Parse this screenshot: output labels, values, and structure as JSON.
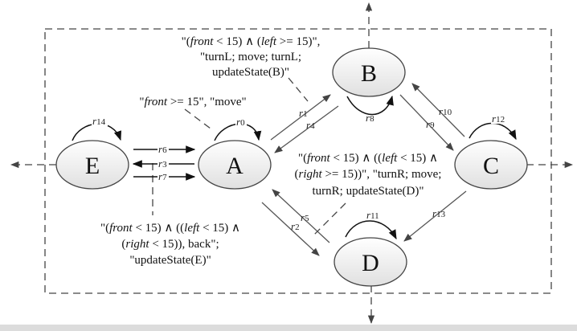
{
  "nodes": [
    {
      "id": "A",
      "label": "A"
    },
    {
      "id": "B",
      "label": "B"
    },
    {
      "id": "C",
      "label": "C"
    },
    {
      "id": "D",
      "label": "D"
    },
    {
      "id": "E",
      "label": "E"
    }
  ],
  "edges": [
    {
      "id": "r0",
      "from": "A",
      "to": "A",
      "letter": "r",
      "num": "0"
    },
    {
      "id": "r1",
      "from": "A",
      "to": "B",
      "letter": "r",
      "num": "1"
    },
    {
      "id": "r2",
      "from": "A",
      "to": "D",
      "letter": "r",
      "num": "2"
    },
    {
      "id": "r3",
      "from": "A",
      "to": "E",
      "letter": "r",
      "num": "3"
    },
    {
      "id": "r4",
      "from": "B",
      "to": "A",
      "letter": "r",
      "num": "4"
    },
    {
      "id": "r5",
      "from": "D",
      "to": "A",
      "letter": "r",
      "num": "5"
    },
    {
      "id": "r6",
      "from": "E",
      "to": "A",
      "letter": "r",
      "num": "6"
    },
    {
      "id": "r7",
      "from": "E",
      "to": "A",
      "letter": "r",
      "num": "7"
    },
    {
      "id": "r8",
      "from": "B",
      "to": "B",
      "letter": "r",
      "num": "8"
    },
    {
      "id": "r9",
      "from": "B",
      "to": "C",
      "letter": "r",
      "num": "9"
    },
    {
      "id": "r10",
      "from": "C",
      "to": "B",
      "letter": "r",
      "num": "10"
    },
    {
      "id": "r11",
      "from": "D",
      "to": "D",
      "letter": "r",
      "num": "11"
    },
    {
      "id": "r12",
      "from": "C",
      "to": "C",
      "letter": "r",
      "num": "12"
    },
    {
      "id": "r13",
      "from": "C",
      "to": "D",
      "letter": "r",
      "num": "13"
    },
    {
      "id": "r14",
      "from": "E",
      "to": "E",
      "letter": "r",
      "num": "14"
    }
  ],
  "annotations": {
    "turn_left": {
      "line1": [
        "\"(",
        "front",
        " < 15) ∧ (",
        "left",
        " >= 15)\","
      ],
      "line2": "\"turnL; move; turnL;",
      "line3": "updateState(B)\""
    },
    "move": {
      "line1": [
        "\"",
        "front",
        " >= 15\", \"move\""
      ]
    },
    "turn_right": {
      "line1": [
        "\"(",
        "front",
        " < 15) ∧ ((",
        "left",
        " < 15) ∧"
      ],
      "line2": [
        "(",
        "right",
        " >= 15))\", \"turnR; move;"
      ],
      "line3": "turnR; updateState(D)\""
    },
    "back": {
      "line1": [
        "\"(",
        "front",
        " < 15) ∧ ((",
        "left",
        " < 15) ∧"
      ],
      "line2": [
        "(",
        "right",
        " < 15)), back\";"
      ],
      "line3": "\"updateState(E)\""
    }
  },
  "colors": {
    "node_fill_top": "#ffffff",
    "node_fill_bottom": "#e2e2e2",
    "node_stroke": "#444444",
    "frame": "#444444",
    "bottom_band": "#dcdcdc"
  }
}
